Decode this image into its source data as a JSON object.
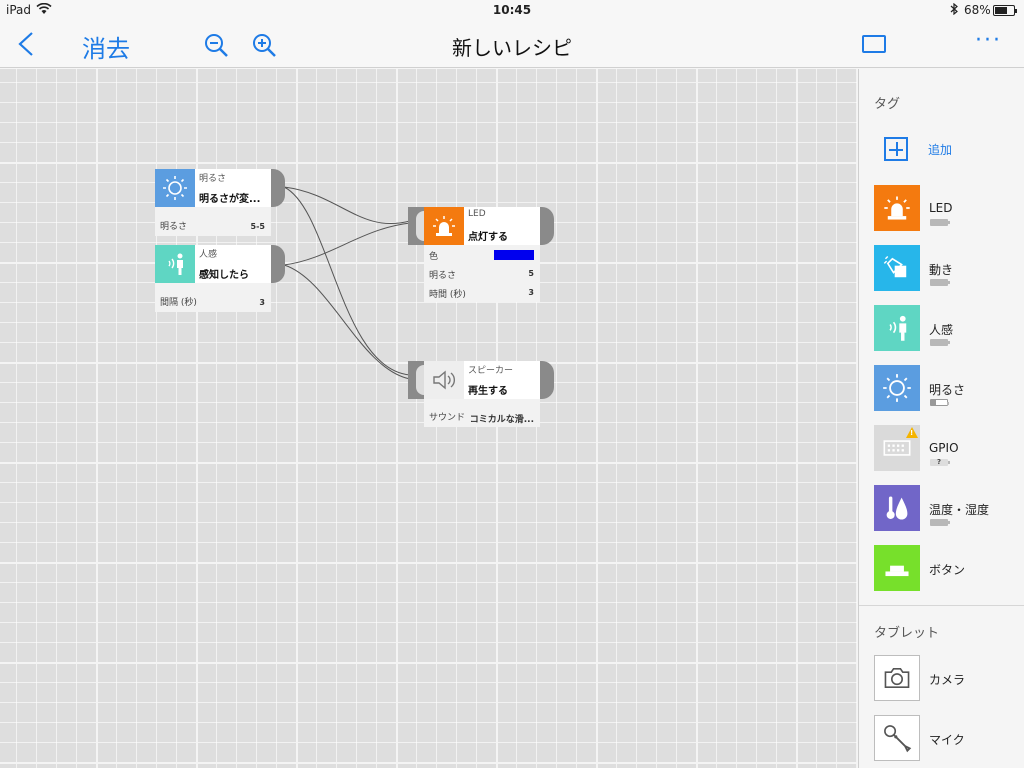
{
  "status": {
    "device": "iPad",
    "time": "10:45",
    "battery": "68%",
    "battery_level": 0.68
  },
  "nav": {
    "back": "<",
    "clear": "消去",
    "title": "新しいレシピ",
    "more": "···"
  },
  "colors": {
    "accent": "#1e7be6",
    "led": "#f47a0f",
    "motion": "#27b6ea",
    "human": "#5fd6c3",
    "brightness": "#5b9de0",
    "gpio": "#dadada",
    "temp": "#7166c8",
    "button": "#77e02b",
    "led_color_value": "#0000ee"
  },
  "nodes": {
    "brightness": {
      "sub": "明るさ",
      "main": "明るさが変...",
      "param_key": "明るさ",
      "param_val": "5-5"
    },
    "human": {
      "sub": "人感",
      "main": "感知したら",
      "param_key": "間隔 (秒)",
      "param_val": "3"
    },
    "led": {
      "sub": "LED",
      "main": "点灯する",
      "color_key": "色",
      "brightness_key": "明るさ",
      "brightness_val": "5",
      "time_key": "時間 (秒)",
      "time_val": "3"
    },
    "speaker": {
      "sub": "スピーカー",
      "main": "再生する",
      "sound_key": "サウンド",
      "sound_val": "コミカルな滑..."
    }
  },
  "sidebar": {
    "tags_title": "タグ",
    "add_label": "追加",
    "tags": [
      {
        "label": "LED",
        "icon": "siren-icon"
      },
      {
        "label": "動き",
        "icon": "motion-icon"
      },
      {
        "label": "人感",
        "icon": "human-sensor-icon"
      },
      {
        "label": "明るさ",
        "icon": "sun-icon"
      },
      {
        "label": "GPIO",
        "icon": "gpio-icon",
        "battery": "?"
      },
      {
        "label": "温度・湿度",
        "icon": "thermometer-icon"
      },
      {
        "label": "ボタン",
        "icon": "button-icon"
      }
    ],
    "tablet_title": "タブレット",
    "tablet": [
      {
        "label": "カメラ",
        "icon": "camera-icon"
      },
      {
        "label": "マイク",
        "icon": "mic-icon"
      }
    ]
  }
}
